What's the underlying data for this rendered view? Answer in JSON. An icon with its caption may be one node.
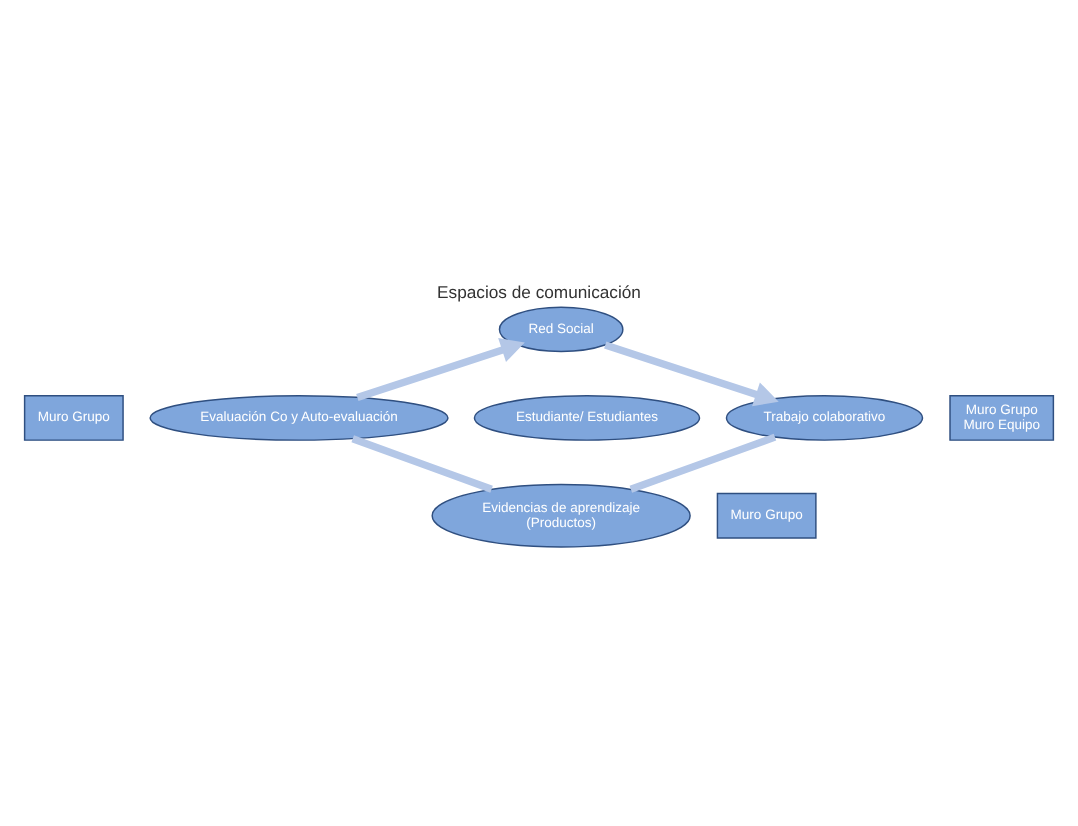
{
  "diagram": {
    "title": "Espacios de comunicación",
    "nodes": [
      {
        "text": [
          "Red Social"
        ]
      },
      {
        "text": [
          "Muro Grupo"
        ]
      },
      {
        "text": [
          "Evaluación Co y Auto-evaluación"
        ]
      },
      {
        "text": [
          "Estudiante/ Estudiantes"
        ]
      },
      {
        "text": [
          "Trabajo colaborativo"
        ]
      },
      {
        "text": [
          "Muro Grupo",
          "Muro Equipo"
        ]
      },
      {
        "text": [
          "Evidencias de aprendizaje",
          "(Productos)"
        ]
      },
      {
        "text": [
          "Muro Grupo"
        ]
      }
    ],
    "edges": [
      {
        "from": 2,
        "to": 0,
        "arrow": "to"
      },
      {
        "from": 0,
        "to": 4,
        "arrow": "to"
      },
      {
        "from": 4,
        "to": 6,
        "arrow": "none"
      },
      {
        "from": 6,
        "to": 2,
        "arrow": "none"
      }
    ]
  }
}
